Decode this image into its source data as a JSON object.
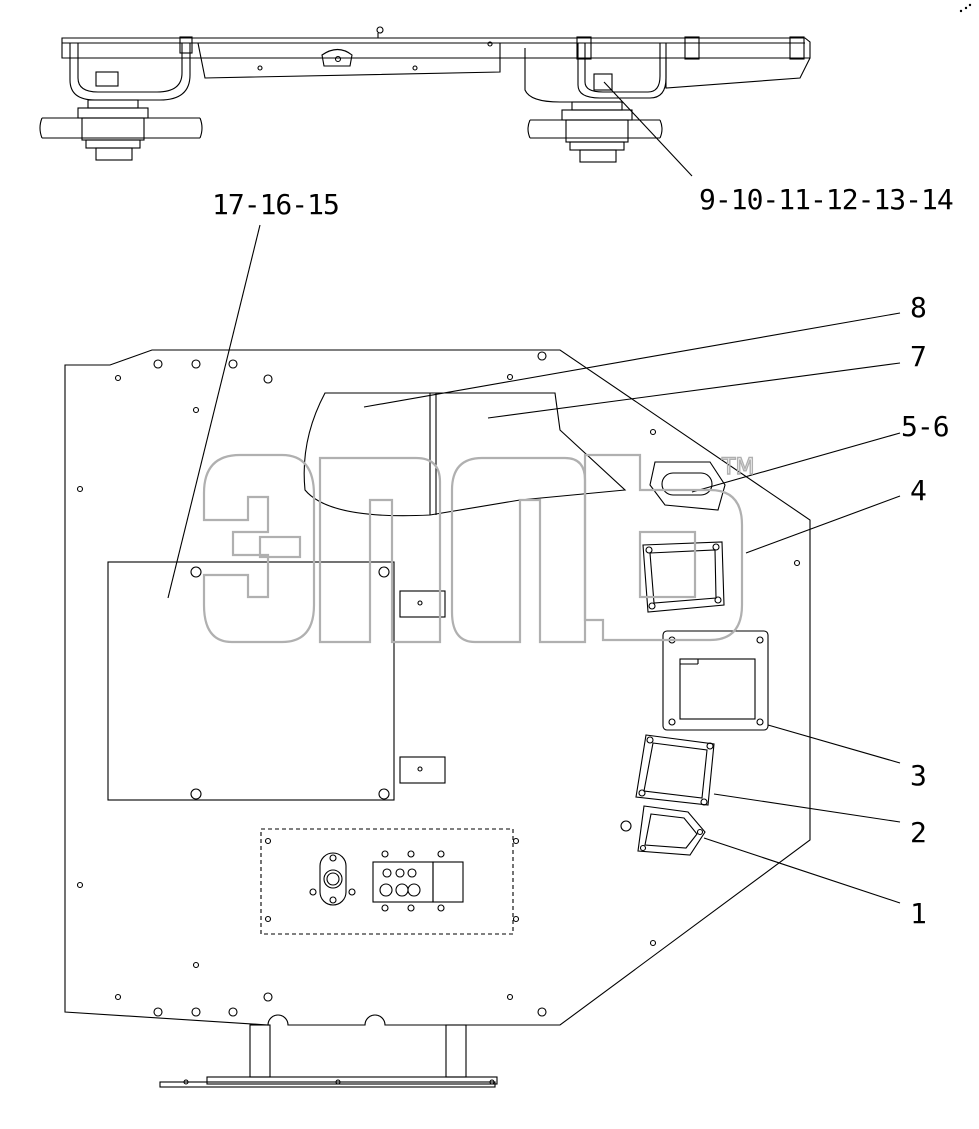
{
  "callouts": {
    "c1": "1",
    "c2": "2",
    "c3": "3",
    "c4": "4",
    "c5_6": "5-6",
    "c7": "7",
    "c8": "8",
    "c9_14": "9-10-11-12-13-14",
    "c15_17": "17-16-15"
  },
  "watermark": {
    "text": "элф",
    "tm": "TM"
  },
  "colors": {
    "line": "#000000",
    "watermark": "#b8b8b8"
  }
}
